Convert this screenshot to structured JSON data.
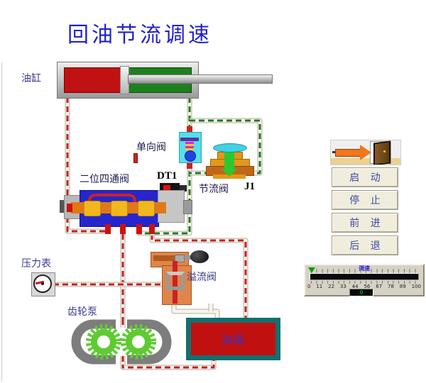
{
  "title": "回油节流调速",
  "components": {
    "cylinder_label": "油缸",
    "check_valve_label": "单向阀",
    "directional_valve_label": "二位四通阀",
    "solenoid_label": "DT1",
    "throttle_valve_label": "节流阀",
    "junction_label": "J1",
    "pressure_gauge_label": "压力表",
    "gear_pump_label": "齿轮泵",
    "relief_valve_label": "溢流阀",
    "oil_tank_label": "油箱"
  },
  "controls": {
    "start_button": "启 动",
    "stop_button": "停 止",
    "forward_button": "前 进",
    "backward_button": "后 退",
    "slider": {
      "label": "调速",
      "tick_labels": [
        "0",
        "11",
        "22",
        "33",
        "44",
        "56",
        "67",
        "78",
        "89",
        "100"
      ],
      "value": "0"
    }
  },
  "icons": {
    "exit_icon": "exit-door"
  },
  "colors": {
    "title_text": "#2222cc",
    "component_label": "#1c1c50",
    "blue_label": "#3a3a8c",
    "pipe_pressure_dash": "#c42020",
    "pipe_return_dash": "#1e7a1e",
    "valve_body_blue": "#2626cd",
    "spool_orange": "#e07818",
    "cylinder_left_chamber": "#c01212",
    "cylinder_right_chamber": "#1f7f1f",
    "tank_fill": "#c01010",
    "tank_border": "#117070",
    "gear_green": "#5ecb32",
    "relief_valve_orange": "#e0854a",
    "throttle_valve_gold": "#e2981a",
    "check_valve_cyan": "#55e0e8",
    "button_face": "#f0eddc",
    "button_text": "#3a4aac",
    "slider_value_text": "#00d000"
  }
}
